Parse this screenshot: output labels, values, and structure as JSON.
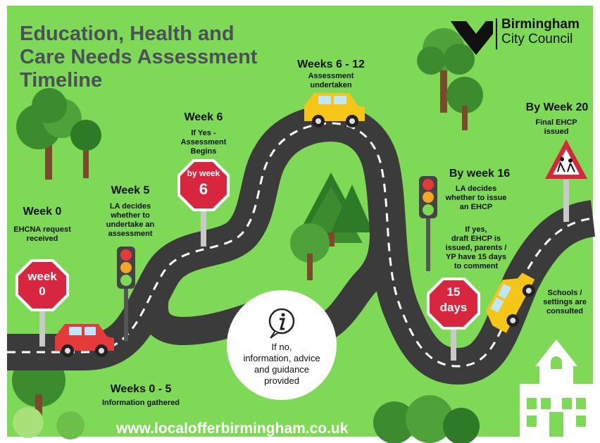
{
  "title_lines": [
    "Education, Health and",
    "Care Needs Assessment",
    "Timeline"
  ],
  "logo": {
    "line1": "Birmingham",
    "line2": "City Council",
    "icon": "heart-logo-icon"
  },
  "milestones": {
    "week0": {
      "heading": "Week 0",
      "text": "EHCNA request received",
      "sign_line1": "week",
      "sign_line2": "0"
    },
    "weeks0_5": {
      "heading": "Weeks 0 - 5",
      "text": "Information gathered"
    },
    "week5": {
      "heading": "Week 5",
      "text_lines": [
        "LA decides",
        "whether to",
        "undertake an",
        "assessment"
      ]
    },
    "week6": {
      "heading": "Week 6",
      "text_lines": [
        "If Yes -",
        "Assessment",
        "Begins"
      ],
      "sign_line1": "by week",
      "sign_line2": "6"
    },
    "weeks6_12": {
      "heading": "Weeks 6 - 12",
      "text_lines": [
        "Assessment",
        "undertaken"
      ]
    },
    "week16": {
      "heading": "By week 16",
      "text_lines": [
        "LA decides",
        "whether to issue",
        "an EHCP"
      ],
      "detail_lines": [
        "If yes,",
        "draft EHCP is",
        "issued, parents /",
        "YP have 15 days",
        "to comment"
      ],
      "sign_line1": "15",
      "sign_line2": "days"
    },
    "week20": {
      "heading": "By Week 20",
      "text_lines": [
        "Final EHCP",
        "issued"
      ]
    },
    "schools": {
      "text_lines": [
        "Schools /",
        "settings are",
        "consulted"
      ]
    }
  },
  "info_bubble": {
    "icon": "info-icon",
    "lines": [
      "If no,",
      "information, advice",
      "and guidance",
      "provided"
    ]
  },
  "footer_url": "www.localofferbirmingham.co.uk",
  "colors": {
    "grass": "#7ed957",
    "road": "#3b3b3b",
    "sign_red": "#d7263d",
    "car_red": "#e53a3a",
    "car_yellow": "#f5c518",
    "title": "#4b5158"
  }
}
